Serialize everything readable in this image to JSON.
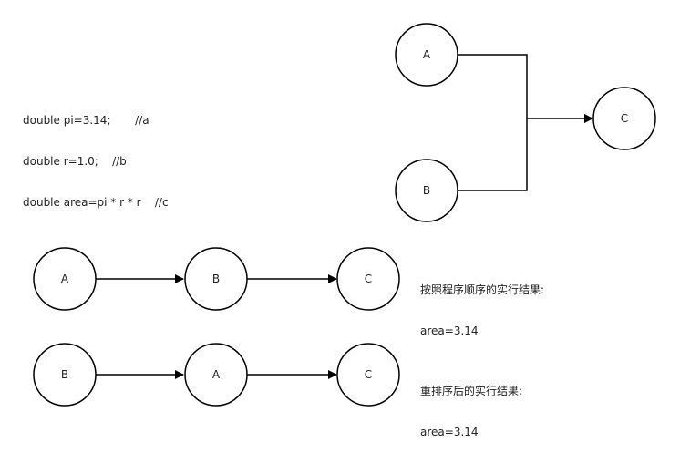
{
  "code_snippet": {
    "lines": [
      "double pi=3.14;       //a",
      "double r=1.0;    //b",
      "double area=pi * r * r    //c"
    ]
  },
  "dependency_graph": {
    "nodes": {
      "a": "A",
      "b": "B",
      "c": "C"
    }
  },
  "program_order_chain": {
    "nodes": [
      "A",
      "B",
      "C"
    ],
    "result_title": "按照程序顺序的实行结果:",
    "result_value": "area=3.14"
  },
  "reordered_chain": {
    "nodes": [
      "B",
      "A",
      "C"
    ],
    "result_title": "重排序后的实行结果:",
    "result_value": "area=3.14"
  }
}
